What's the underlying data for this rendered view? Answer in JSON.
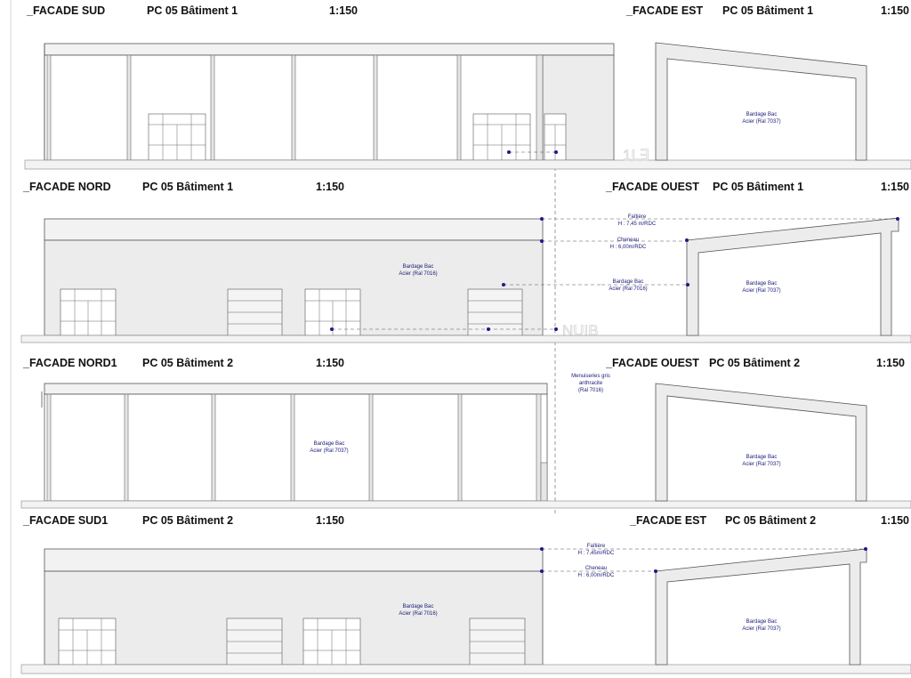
{
  "titles": [
    {
      "name": "FACADE SUD",
      "sheet": "PC 05 Bâtiment 1",
      "scale": "1:150"
    },
    {
      "name": "FACADE EST",
      "sheet": "PC 05 Bâtiment 1",
      "scale": "1:150"
    },
    {
      "name": "FACADE NORD",
      "sheet": "PC 05 Bâtiment 1",
      "scale": "1:150"
    },
    {
      "name": "FACADE OUEST",
      "sheet": "PC 05 Bâtiment 1",
      "scale": "1:150"
    },
    {
      "name": "FACADE NORD1",
      "sheet": "PC 05 Bâtiment 2",
      "scale": "1:150"
    },
    {
      "name": "FACADE OUEST",
      "sheet": "PC 05 Bâtiment 2",
      "scale": "1:150"
    },
    {
      "name": "FACADE SUD1",
      "sheet": "PC 05 Bâtiment 2",
      "scale": "1:150"
    },
    {
      "name": "FACADE EST",
      "sheet": "PC 05 Bâtiment 2",
      "scale": "1:150"
    }
  ],
  "annotations": {
    "bardage_7037": [
      "Bardage Bac",
      "Acier (Ral 7037)"
    ],
    "bardage_7016": [
      "Bardage Bac",
      "Acier (Ral 7016)"
    ],
    "faitiere_b1": [
      "Faîtière",
      "H : 7,45 m/RDC"
    ],
    "cheneau_b1": [
      "Cheneau",
      "H : 6,00m/RDC"
    ],
    "faitiere_b2": [
      "Faîtière",
      "H : 7,45m/RDC"
    ],
    "cheneau_b2": [
      "Cheneau",
      "H : 6,00m/RDC"
    ],
    "menuiseries": [
      "Menuiseries gris",
      "anthracite",
      "(Ral 7016)"
    ]
  },
  "colors": {
    "annotation": "#1a1a7a",
    "cladding_grey": "#ececec",
    "outline": "#555555"
  }
}
